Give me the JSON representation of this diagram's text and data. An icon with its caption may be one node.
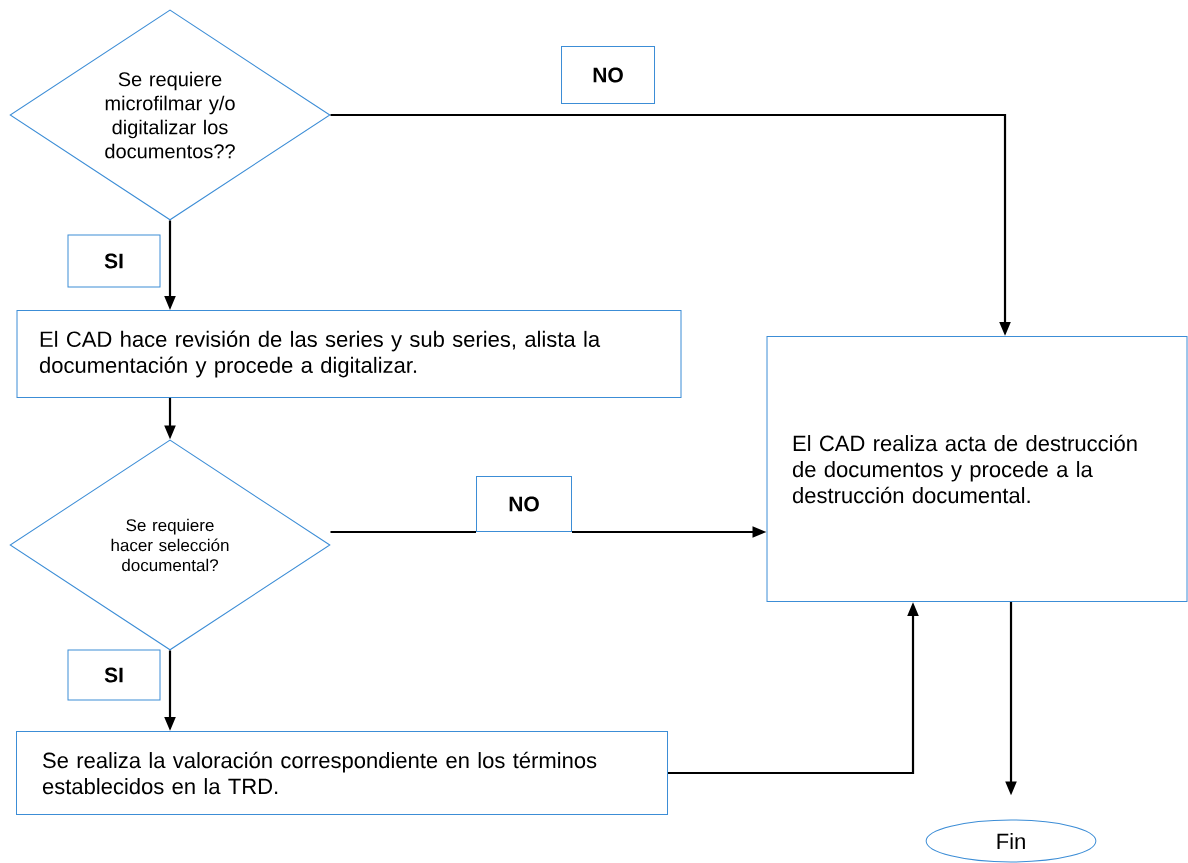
{
  "diagram": {
    "nodes": [
      {
        "text": [
          "Se requiere microfilmar y/o digitalizar los documentos??"
        ]
      },
      {
        "text": [
          "NO"
        ]
      },
      {
        "text": [
          "SI"
        ]
      },
      {
        "text": [
          "El CAD hace revisión de las series y sub series, alista la documentación y procede a digitalizar."
        ]
      },
      {
        "text": [
          "Se requiere hacer selección documental?"
        ]
      },
      {
        "text": [
          "NO"
        ]
      },
      {
        "text": [
          "El CAD realiza acta de destrucción de documentos y procede a la destrucción documental."
        ]
      },
      {
        "text": [
          "SI"
        ]
      },
      {
        "text": [
          "Se realiza la valoración correspondiente en los términos establecidos en la TRD."
        ]
      },
      {
        "text": [
          "Fin"
        ]
      }
    ],
    "edges": [
      {
        "from": 0,
        "to": 6,
        "arrow": "to"
      },
      {
        "from": 0,
        "to": 3,
        "arrow": "to"
      },
      {
        "from": 3,
        "to": 4,
        "arrow": "to"
      },
      {
        "from": 4,
        "to": 5,
        "arrow": "none"
      },
      {
        "from": 5,
        "to": 6,
        "arrow": "to"
      },
      {
        "from": 4,
        "to": 8,
        "arrow": "to"
      },
      {
        "from": 8,
        "to": 6,
        "arrow": "to"
      },
      {
        "from": 6,
        "to": 9,
        "arrow": "to"
      }
    ]
  }
}
